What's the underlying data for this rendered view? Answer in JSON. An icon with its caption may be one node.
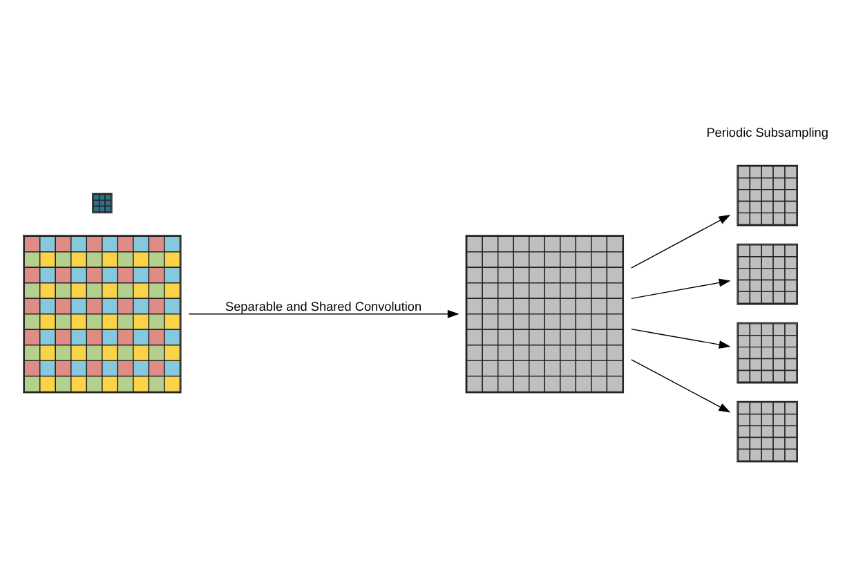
{
  "diagram": {
    "nodes": [
      {
        "text": [],
        "shape": "picture"
      },
      {
        "text": [],
        "shape": "picture"
      },
      {
        "text": [],
        "shape": "picture"
      },
      {
        "text": [],
        "shape": "picture"
      },
      {
        "text": [],
        "shape": "picture"
      },
      {
        "text": [],
        "shape": "picture"
      },
      {
        "text": [],
        "shape": "picture"
      }
    ],
    "edges": [
      {
        "from": 0,
        "to": 2,
        "arrow": "to",
        "label": "Separable and Shared Convolution"
      },
      {
        "from": 2,
        "to": 3,
        "arrow": "to"
      },
      {
        "from": 2,
        "to": 4,
        "arrow": "to"
      },
      {
        "from": 2,
        "to": 5,
        "arrow": "to"
      },
      {
        "from": 2,
        "to": 6,
        "arrow": "to"
      }
    ],
    "labels": [
      "Periodic Subsampling"
    ]
  }
}
